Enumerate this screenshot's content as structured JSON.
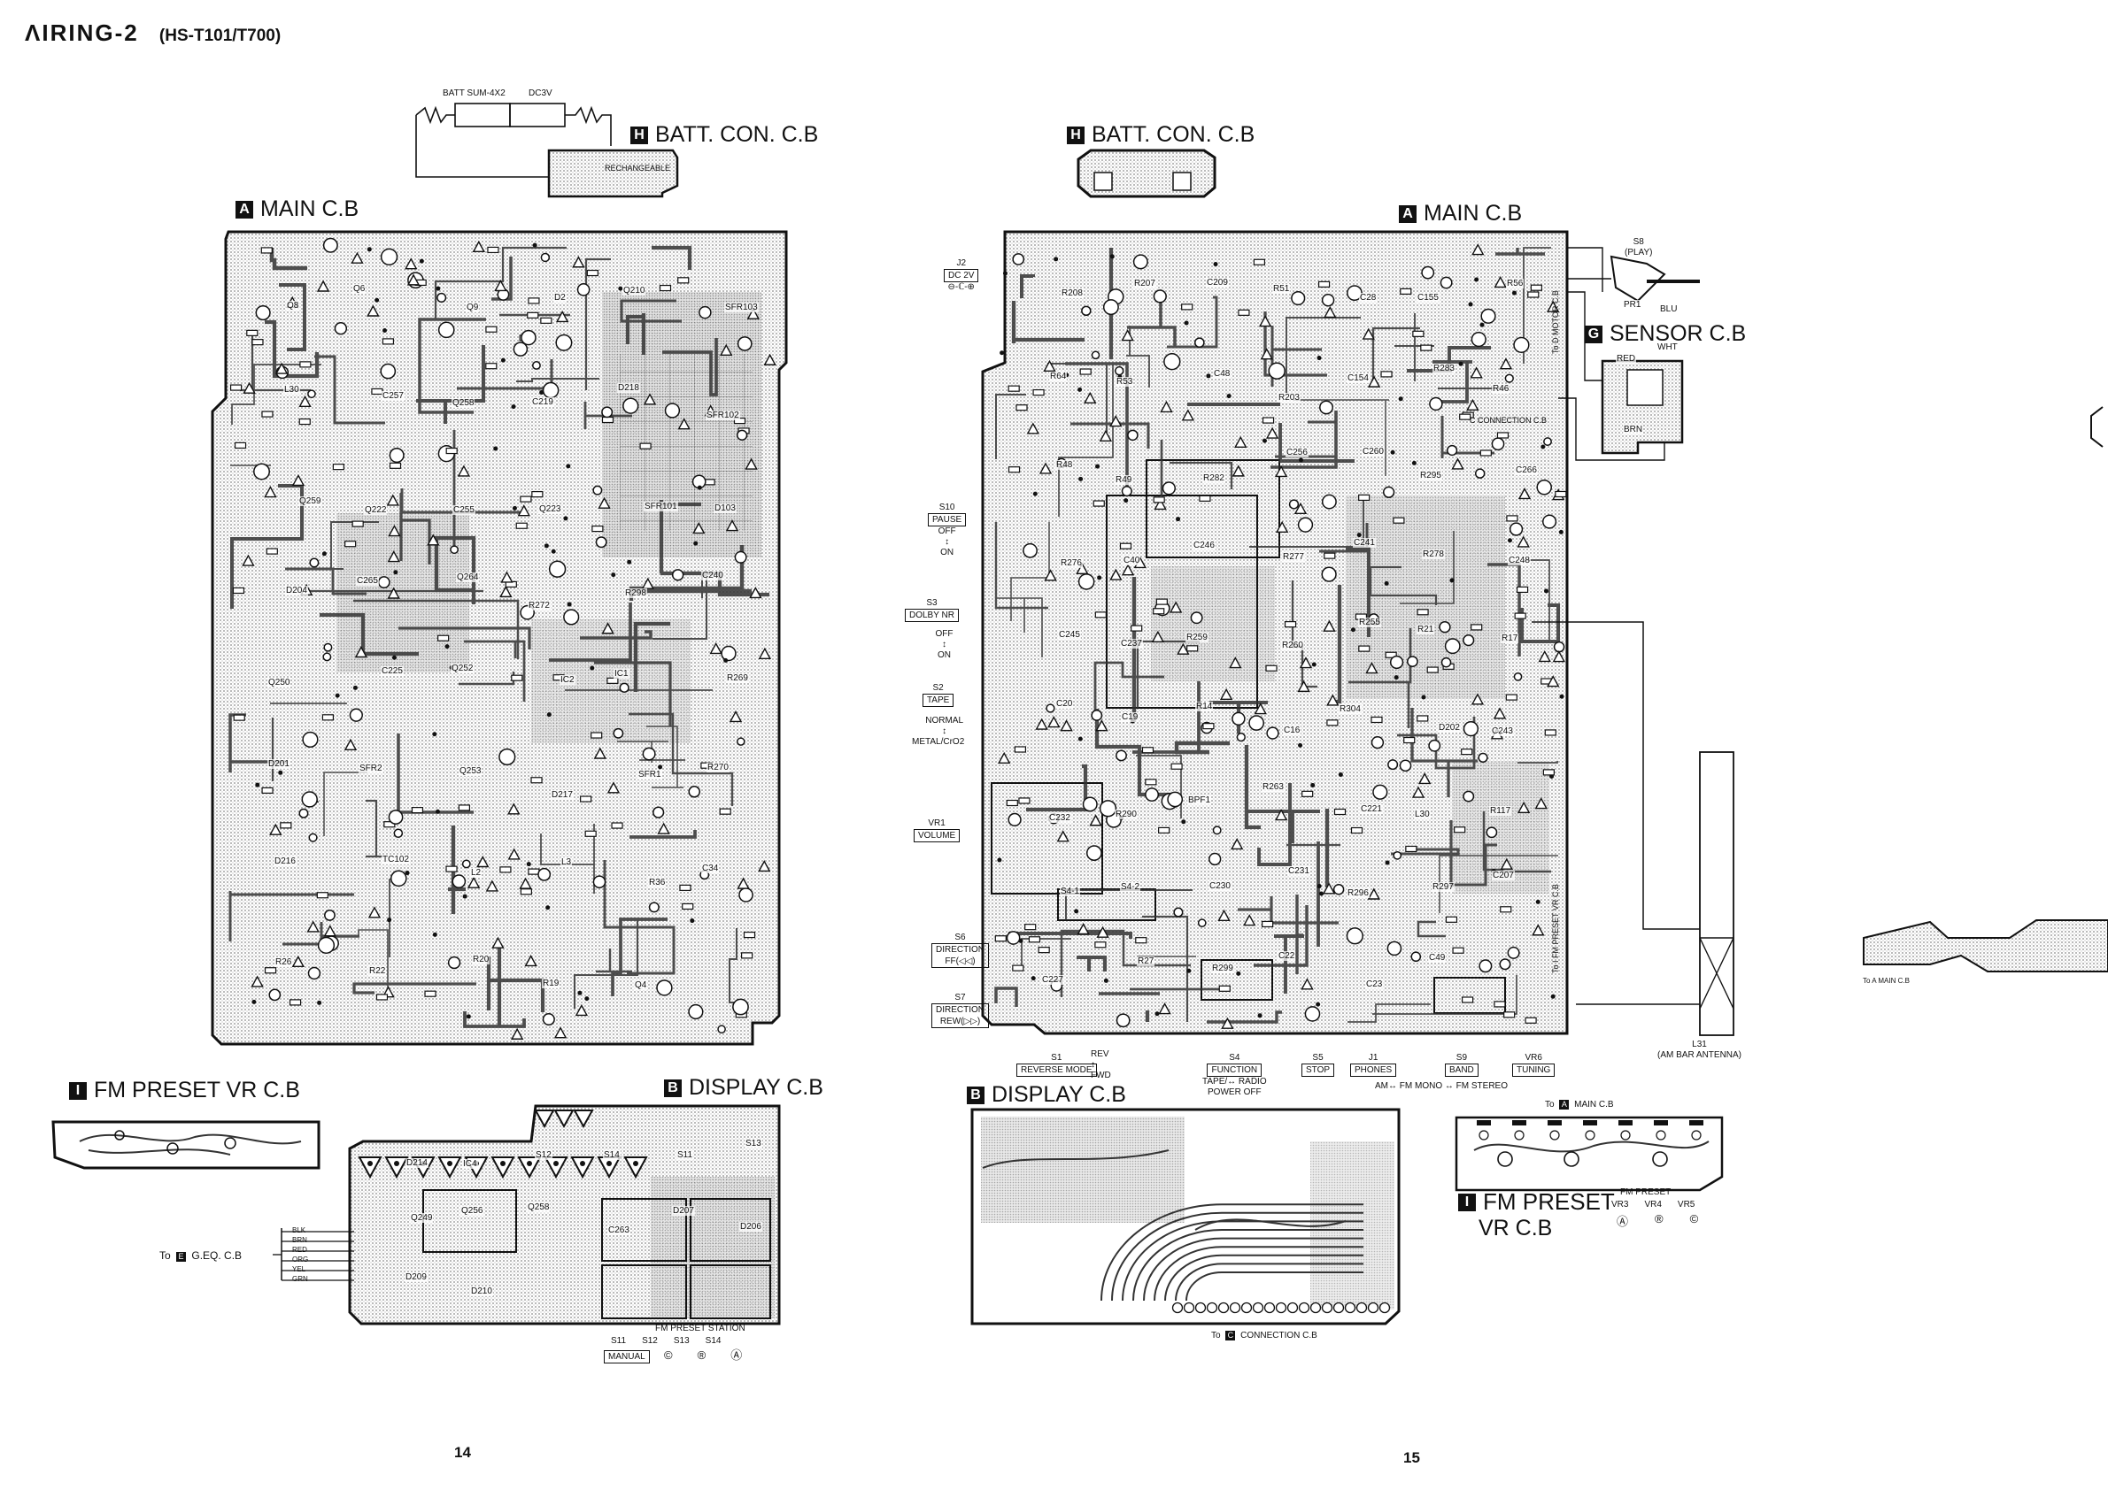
{
  "header": {
    "title": "ɅIRING-2",
    "model": "(HS-T101/T700)"
  },
  "boards": {
    "left_batt": {
      "key": "H",
      "label": "BATT. CON. C.B"
    },
    "left_main": {
      "key": "A",
      "label": "MAIN  C.B"
    },
    "left_fm": {
      "key": "I",
      "label": "FM PRESET VR C.B"
    },
    "left_display": {
      "key": "B",
      "label": "DISPLAY C.B"
    },
    "right_batt": {
      "key": "H",
      "label": "BATT. CON. C.B"
    },
    "right_main": {
      "key": "A",
      "label": "MAIN  C.B"
    },
    "right_sensor": {
      "key": "G",
      "label": "SENSOR C.B"
    },
    "right_display": {
      "key": "B",
      "label": "DISPLAY  C.B"
    },
    "right_fm": {
      "key": "I",
      "label": "FM PRESET",
      "label2": "VR C.B"
    }
  },
  "battery": {
    "label": "BATT SUM-4X2",
    "voltage": "DC3V",
    "rechargeable": "RECHANGEABLE"
  },
  "switches": {
    "j2": {
      "name": "J2",
      "box": "DC 2V"
    },
    "s10": {
      "name": "S10",
      "box": "PAUSE",
      "l1": "OFF",
      "l2": "ON"
    },
    "s3": {
      "name": "S3",
      "box": "DOLBY NR",
      "l1": "OFF",
      "l2": "ON"
    },
    "s2": {
      "name": "S2",
      "box": "TAPE",
      "l1": "NORMAL",
      "l2": "METAL/CrO2"
    },
    "vr1": {
      "name": "VR1",
      "box": "VOLUME"
    },
    "s6": {
      "name": "S6",
      "box": "DIRECTION",
      "box2": "FF(◁◁)"
    },
    "s7": {
      "name": "S7",
      "box": "DIRECTION",
      "box2": "REW(▷▷)"
    },
    "s1": {
      "name": "S1",
      "box": "REVERSE MODE",
      "r1": "REV",
      "r2": "FWD"
    },
    "s4": {
      "name": "S4",
      "box": "FUNCTION",
      "l1": "TAPE/↔ RADIO",
      "l2": "POWER OFF"
    },
    "s5": {
      "name": "S5",
      "box": "STOP"
    },
    "j1": {
      "name": "J1",
      "box": "PHONES"
    },
    "s9": {
      "name": "S9",
      "box": "BAND",
      "l1": "AM↔ FM MONO ↔ FM STEREO"
    },
    "vr6": {
      "name": "VR6",
      "box": "TUNING"
    },
    "s8": {
      "name": "S8",
      "l1": "(PLAY)"
    },
    "l31": {
      "name": "L31",
      "l1": "(AM BAR ANTENNA)"
    }
  },
  "wires_left": [
    "BLK",
    "BRN",
    "RED",
    "ORG",
    "YEL",
    "GRN"
  ],
  "labels": {
    "to_geq": "To",
    "geq_key": "E",
    "geq_name": "G.EQ. C.B",
    "left_bottom_row1": "FM   PRESET  STATION",
    "left_bottom_cols": [
      "S11",
      "S12",
      "S13",
      "S14"
    ],
    "left_bottom_manual": "MANUAL",
    "left_bottom_marks": [
      "©",
      "®",
      "Ⓐ"
    ],
    "to_conn": "To",
    "conn_key": "C",
    "conn_name": "CONNECTION C.B",
    "to_main": "To",
    "main_key": "A",
    "main_name": "MAIN C.B",
    "fm_top": "FM      PRESET",
    "fm_vr": [
      "VR3",
      "VR4",
      "VR5"
    ],
    "fm_marks": [
      "Ⓐ",
      "®",
      "©"
    ],
    "to_main_far": "To  A  MAIN  C.B",
    "motor": "To  D  MOTOR C.B",
    "fm_preset_side": "To  I  FM PRESET VR C.B",
    "connection_side": "C  CONNECTION C.B"
  },
  "components_left": [
    "Q8",
    "Q6",
    "Q9",
    "D2",
    "Q210",
    "SFR103",
    "L30",
    "C257",
    "Q258",
    "C219",
    "D218",
    "SFR102",
    "Q259",
    "Q222",
    "C255",
    "Q223",
    "SFR101",
    "D103",
    "D204",
    "C265",
    "Q264",
    "R272",
    "R298",
    "C240",
    "Q250",
    "C225",
    "Q252",
    "IC2",
    "IC1",
    "R269",
    "D201",
    "SFR2",
    "Q253",
    "D217",
    "SFR1",
    "R270",
    "D216",
    "TC102",
    "L2",
    "L3",
    "R36",
    "C34",
    "R26",
    "R22",
    "R20",
    "R19",
    "Q4"
  ],
  "components_right": [
    "R208",
    "R207",
    "C209",
    "R51",
    "C28",
    "C155",
    "R56",
    "R64",
    "R53",
    "C48",
    "R203",
    "C154",
    "R283",
    "R46",
    "R48",
    "R49",
    "R282",
    "C256",
    "C260",
    "R295",
    "C266",
    "R276",
    "C40",
    "C246",
    "R277",
    "C241",
    "R278",
    "C248",
    "C245",
    "C237",
    "R259",
    "R260",
    "R255",
    "R21",
    "R17",
    "C20",
    "C19",
    "R14",
    "C16",
    "R304",
    "D202",
    "C243",
    "C232",
    "R290",
    "BPF1",
    "R263",
    "C221",
    "L30",
    "R117",
    "S4-1",
    "S4-2",
    "C230",
    "C231",
    "R296",
    "R297",
    "C207",
    "C227",
    "R27",
    "R299",
    "C22",
    "C23",
    "C49"
  ],
  "components_display": [
    "D214",
    "IC4",
    "S12",
    "S14",
    "S11",
    "S13",
    "Q249",
    "Q256",
    "Q258",
    "C263",
    "D207",
    "D206",
    "D209",
    "D210"
  ],
  "components_sensor": [
    "PR1",
    "BLU",
    "RED",
    "WHT",
    "BRN"
  ],
  "page_numbers": [
    "14",
    "15"
  ]
}
